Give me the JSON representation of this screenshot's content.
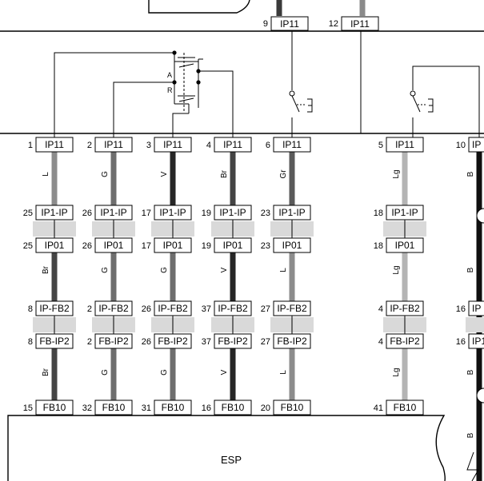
{
  "module_name": "ESP",
  "wire_colors": {
    "L": "#8c8c8c",
    "G": "#6e6e6e",
    "V": "#262626",
    "Br": "#444444",
    "Gr": "#5a5a5a",
    "Lg": "#b4b4b4",
    "B": "#101010"
  },
  "top_connectors": [
    {
      "pin": "9",
      "label": "IP11"
    },
    {
      "pin": "12",
      "label": "IP11"
    }
  ],
  "switch_labels": {
    "a": "A",
    "r": "R"
  },
  "columns": [
    {
      "pin_top": "1",
      "conn_top": "IP11",
      "color_1": "L",
      "pin_a": "25",
      "conn_a": "IP1-IP",
      "pin_b": "25",
      "conn_b": "IP01",
      "color_2": "Br",
      "pin_c": "8",
      "conn_c": "IP-FB2",
      "pin_d": "8",
      "conn_d": "FB-IP2",
      "color_3": "Br",
      "pin_bottom": "15",
      "conn_bottom": "FB10"
    },
    {
      "pin_top": "2",
      "conn_top": "IP11",
      "color_1": "G",
      "pin_a": "26",
      "conn_a": "IP1-IP",
      "pin_b": "26",
      "conn_b": "IP01",
      "color_2": "G",
      "pin_c": "2",
      "conn_c": "IP-FB2",
      "pin_d": "2",
      "conn_d": "FB-IP2",
      "color_3": "G",
      "pin_bottom": "32",
      "conn_bottom": "FB10"
    },
    {
      "pin_top": "3",
      "conn_top": "IP11",
      "color_1": "V",
      "pin_a": "17",
      "conn_a": "IP1-IP",
      "pin_b": "17",
      "conn_b": "IP01",
      "color_2": "G",
      "pin_c": "26",
      "conn_c": "IP-FB2",
      "pin_d": "26",
      "conn_d": "FB-IP2",
      "color_3": "G",
      "pin_bottom": "31",
      "conn_bottom": "FB10"
    },
    {
      "pin_top": "4",
      "conn_top": "IP11",
      "color_1": "Br",
      "pin_a": "19",
      "conn_a": "IP1-IP",
      "pin_b": "19",
      "conn_b": "IP01",
      "color_2": "V",
      "pin_c": "37",
      "conn_c": "IP-FB2",
      "pin_d": "37",
      "conn_d": "FB-IP2",
      "color_3": "V",
      "pin_bottom": "16",
      "conn_bottom": "FB10"
    },
    {
      "pin_top": "6",
      "conn_top": "IP11",
      "color_1": "Gr",
      "pin_a": "23",
      "conn_a": "IP1-IP",
      "pin_b": "23",
      "conn_b": "IP01",
      "color_2": "L",
      "pin_c": "27",
      "conn_c": "IP-FB2",
      "pin_d": "27",
      "conn_d": "FB-IP2",
      "color_3": "L",
      "pin_bottom": "20",
      "conn_bottom": "FB10"
    },
    {
      "pin_top": "5",
      "conn_top": "IP11",
      "color_1": "Lg",
      "pin_a": "18",
      "conn_a": "IP1-IP",
      "pin_b": "18",
      "conn_b": "IP01",
      "color_2": "Lg",
      "pin_c": "4",
      "conn_c": "IP-FB2",
      "pin_d": "4",
      "conn_d": "FB-IP2",
      "color_3": "Lg",
      "pin_bottom": "41",
      "conn_bottom": "FB10"
    }
  ],
  "edge_column": {
    "pin_top": "10",
    "conn_top": "IP",
    "color": "B",
    "pin_c": "16",
    "conn_c": "IP",
    "pin_d": "16",
    "conn_d": "IP1"
  }
}
